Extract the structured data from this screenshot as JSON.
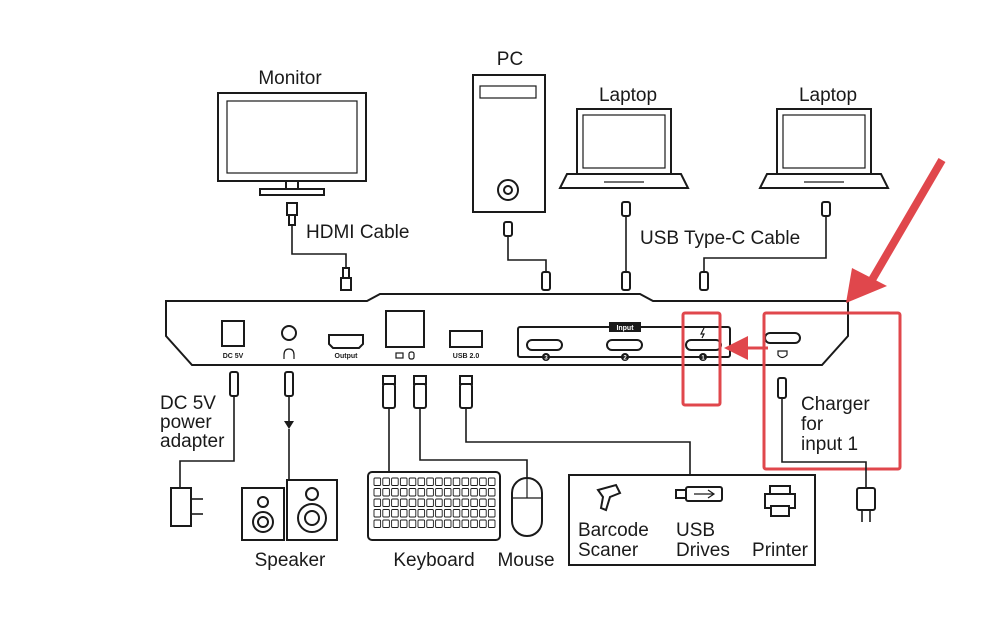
{
  "devices": {
    "monitor": "Monitor",
    "pc": "PC",
    "laptop_a": "Laptop",
    "laptop_b": "Laptop",
    "speaker": "Speaker",
    "keyboard": "Keyboard",
    "mouse": "Mouse",
    "barcode_scanner": [
      "Barcode",
      "Scaner"
    ],
    "usb_drives": [
      "USB",
      "Drives"
    ],
    "printer": "Printer"
  },
  "cables": {
    "hdmi": "HDMI Cable",
    "usbc": "USB Type-C Cable",
    "dc_adapter": [
      "DC 5V",
      "power",
      "adapter"
    ],
    "charger": [
      "Charger",
      "for",
      "input 1"
    ]
  },
  "ports": {
    "dc": "DC 5V",
    "output": "Output",
    "usb2": "USB 2.0",
    "input_header": "Input",
    "input_numbers": [
      "3",
      "2",
      "1"
    ]
  },
  "colors": {
    "highlight": "#e0474c",
    "line": "#1a1a1a"
  }
}
